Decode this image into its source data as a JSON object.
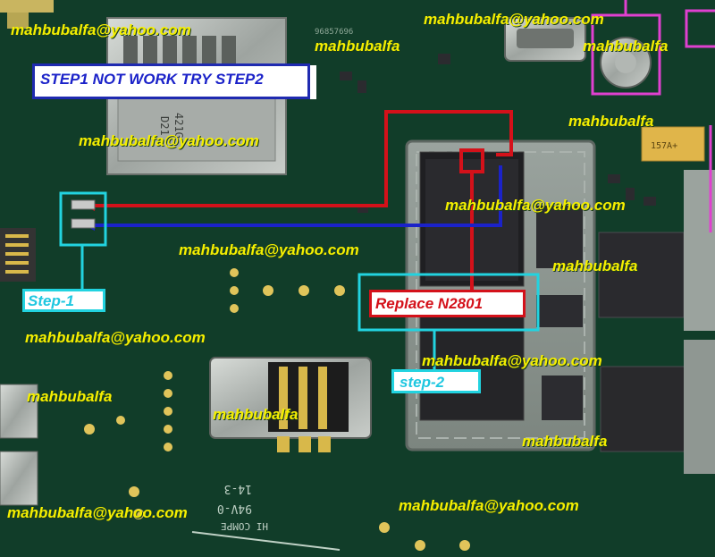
{
  "annotations": {
    "step_note": "STEP1 NOT WORK TRY STEP2",
    "step1_label": "Step-1",
    "step2_label": "step-2",
    "replace_label": "Replace N2801"
  },
  "watermarks": [
    "mahbubalfa@yahoo.com",
    "mahbubalfa@yahoo.com",
    "mahbubalfa",
    "mahbubalfa",
    "mahbubalfa",
    "mahbubalfa@yahoo.com",
    "mahbubalfa@yahoo.com",
    "mahbubalfa@yahoo.com",
    "mahbubalfa",
    "mahbubalfa@yahoo.com",
    "mahbubalfa@yahoo.com",
    "mahbubalfa",
    "mahbubalfa",
    "mahbubalfa",
    "mahbubalfa@yahoo.com",
    "mahbubalfa@yahoo.com"
  ],
  "board_markings": {
    "sim_code_1": "421G",
    "sim_code_2": "D21",
    "chip_code": "96857696",
    "rating": "94V-0",
    "lot": "14-3",
    "maker": "HI COMPE",
    "cap": "157A+"
  },
  "colors": {
    "board": "#0f3a26",
    "watermark": "#f5ef00",
    "red_trace": "#d4111a",
    "blue_trace": "#1b22c9",
    "cyan_box": "#22d3e0",
    "magenta_box": "#e040d0"
  }
}
